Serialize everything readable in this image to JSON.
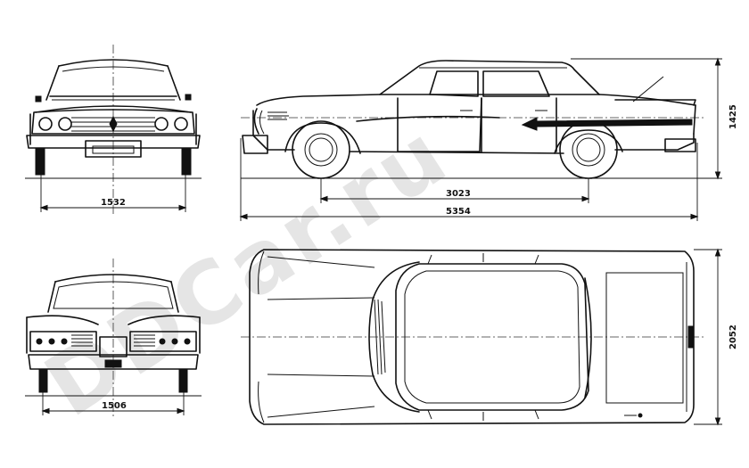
{
  "watermark": "DDCar.ru",
  "dimensions": {
    "front_track": "1532",
    "rear_track": "1506",
    "wheelbase": "3023",
    "overall_length": "5354",
    "overall_height": "1425",
    "overall_width": "2052"
  }
}
